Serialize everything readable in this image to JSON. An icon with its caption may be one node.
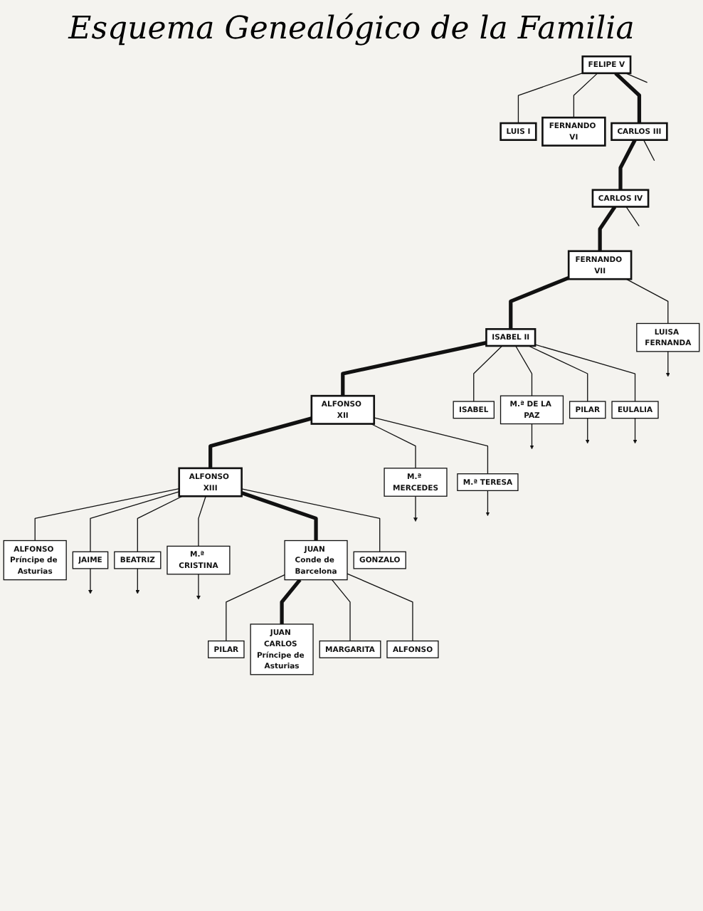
{
  "diagram": {
    "title": "Esquema Genealógico de la Familia",
    "nodes": [
      {
        "text": [
          "FELIPE V"
        ]
      },
      {
        "text": [
          "LUIS I"
        ]
      },
      {
        "text": [
          "FERNANDO VI"
        ]
      },
      {
        "text": [
          "CARLOS III"
        ]
      },
      {
        "text": [
          "CARLOS IV"
        ]
      },
      {
        "text": [
          "FERNANDO VII"
        ]
      },
      {
        "text": [
          "ISABEL II"
        ]
      },
      {
        "text": [
          "LUISA FERNANDA"
        ]
      },
      {
        "text": [
          "ALFONSO XII"
        ]
      },
      {
        "text": [
          "ISABEL"
        ]
      },
      {
        "text": [
          "M.ª DE LA PAZ"
        ]
      },
      {
        "text": [
          "PILAR"
        ]
      },
      {
        "text": [
          "EULALIA"
        ]
      },
      {
        "text": [
          "M.ª MERCEDES"
        ]
      },
      {
        "text": [
          "M.ª TERESA"
        ]
      },
      {
        "text": [
          "ALFONSO XIII"
        ]
      },
      {
        "text": [
          "ALFONSO Príncipe de Asturias"
        ]
      },
      {
        "text": [
          "JAIME"
        ]
      },
      {
        "text": [
          "BEATRIZ"
        ]
      },
      {
        "text": [
          "M.ª CRISTINA"
        ]
      },
      {
        "text": [
          "JUAN Conde de Barcelona"
        ]
      },
      {
        "text": [
          "GONZALO"
        ]
      },
      {
        "text": [
          "PILAR"
        ]
      },
      {
        "text": [
          "JUAN CARLOS Príncipe de Asturias"
        ]
      },
      {
        "text": [
          "MARGARITA"
        ]
      },
      {
        "text": [
          "ALFONSO"
        ]
      }
    ],
    "edges": [
      {
        "from": 0,
        "to": 1,
        "arrow": "none"
      },
      {
        "from": 0,
        "to": 2,
        "arrow": "none"
      },
      {
        "from": 0,
        "to": 3,
        "arrow": "none",
        "style": "thick"
      },
      {
        "from": 0,
        "to": null,
        "arrow": "none"
      },
      {
        "from": 3,
        "to": null,
        "arrow": "none"
      },
      {
        "from": 3,
        "to": 4,
        "arrow": "none",
        "style": "thick"
      },
      {
        "from": 4,
        "to": null,
        "arrow": "none"
      },
      {
        "from": 4,
        "to": 5,
        "arrow": "none",
        "style": "thick"
      },
      {
        "from": 5,
        "to": 6,
        "arrow": "none",
        "style": "thick"
      },
      {
        "from": 5,
        "to": 7,
        "arrow": "none"
      },
      {
        "from": 7,
        "to": null,
        "arrow": "to"
      },
      {
        "from": 6,
        "to": 8,
        "arrow": "none",
        "style": "thick"
      },
      {
        "from": 6,
        "to": 9,
        "arrow": "none"
      },
      {
        "from": 6,
        "to": 10,
        "arrow": "none"
      },
      {
        "from": 6,
        "to": 11,
        "arrow": "none"
      },
      {
        "from": 6,
        "to": 12,
        "arrow": "none"
      },
      {
        "from": 10,
        "to": null,
        "arrow": "to"
      },
      {
        "from": 11,
        "to": null,
        "arrow": "to"
      },
      {
        "from": 12,
        "to": null,
        "arrow": "to"
      },
      {
        "from": 8,
        "to": 13,
        "arrow": "none"
      },
      {
        "from": 8,
        "to": 14,
        "arrow": "none"
      },
      {
        "from": 8,
        "to": 15,
        "arrow": "none",
        "style": "thick"
      },
      {
        "from": 13,
        "to": null,
        "arrow": "to"
      },
      {
        "from": 14,
        "to": null,
        "arrow": "to"
      },
      {
        "from": 15,
        "to": 16,
        "arrow": "none"
      },
      {
        "from": 15,
        "to": 17,
        "arrow": "none"
      },
      {
        "from": 15,
        "to": 18,
        "arrow": "none"
      },
      {
        "from": 15,
        "to": 19,
        "arrow": "none"
      },
      {
        "from": 15,
        "to": 20,
        "arrow": "none",
        "style": "thick"
      },
      {
        "from": 15,
        "to": 21,
        "arrow": "none"
      },
      {
        "from": 17,
        "to": null,
        "arrow": "to"
      },
      {
        "from": 18,
        "to": null,
        "arrow": "to"
      },
      {
        "from": 19,
        "to": null,
        "arrow": "to"
      },
      {
        "from": 20,
        "to": 22,
        "arrow": "none"
      },
      {
        "from": 20,
        "to": 23,
        "arrow": "none",
        "style": "thick"
      },
      {
        "from": 20,
        "to": 24,
        "arrow": "none"
      },
      {
        "from": 20,
        "to": 25,
        "arrow": "none"
      }
    ]
  }
}
